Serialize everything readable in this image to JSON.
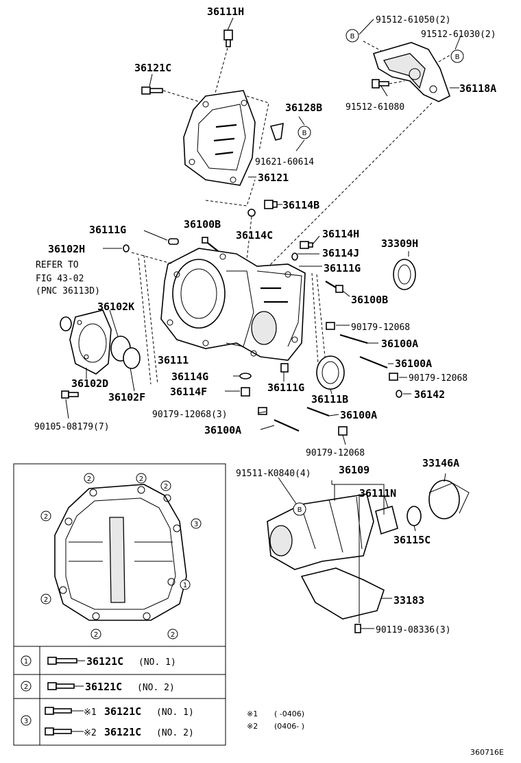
{
  "labels": {
    "p36111H": "36111H",
    "p36121C": "36121C",
    "p91512_61050": "91512-61050(2)",
    "p91512_61030": "91512-61030(2)",
    "p36118A": "36118A",
    "p91512_61080": "91512-61080",
    "p36128B": "36128B",
    "p91621_60614": "91621-60614",
    "p36121": "36121",
    "p36114B": "36114B",
    "p36111G_a": "36111G",
    "p36100B_a": "36100B",
    "p36114C": "36114C",
    "p36114H": "36114H",
    "p33309H": "33309H",
    "p36102H": "36102H",
    "p36114J": "36114J",
    "refer1": "REFER TO",
    "refer2": "FIG 43-02",
    "refer3": "(PNC 36113D)",
    "p36111G_b": "36111G",
    "p36100B_b": "36100B",
    "p36102K": "36102K",
    "p90179_a": "90179-12068",
    "p36100A_a": "36100A",
    "p36111": "36111",
    "p36100A_b": "36100A",
    "p36114G": "36114G",
    "p90179_b": "90179-12068",
    "p36102D": "36102D",
    "p36102F": "36102F",
    "p36114F": "36114F",
    "p36111G_c": "36111G",
    "p36142": "36142",
    "p36111B": "36111B",
    "p90179_c": "90179-12068(3)",
    "p36100A_c": "36100A",
    "p90105": "90105-08179(7)",
    "p36100A_d": "36100A",
    "p90179_d": "90179-12068",
    "p91511": "91511-K0840(4)",
    "p36109": "36109",
    "p33146A": "33146A",
    "p36111N": "36111N",
    "p36115C": "36115C",
    "p33183": "33183",
    "p90119": "90119-08336(3)",
    "code": "360716E"
  },
  "callouts": {
    "b": "B",
    "one": "1",
    "two": "2",
    "three": "3"
  },
  "legend": {
    "rows": [
      {
        "mark": "1",
        "part": "36121C",
        "spec": "(NO. 1)"
      },
      {
        "mark": "2",
        "part": "36121C",
        "spec": "(NO. 2)"
      },
      {
        "mark": "3",
        "part_a": "36121C",
        "spec_a": "(NO. 1)",
        "note_a": "※1",
        "part_b": "36121C",
        "spec_b": "(NO. 2)",
        "note_b": "※2"
      }
    ]
  },
  "notes": [
    {
      "mark": "※1",
      "range": "(      -0406)"
    },
    {
      "mark": "※2",
      "range": "(0406-      )"
    }
  ]
}
